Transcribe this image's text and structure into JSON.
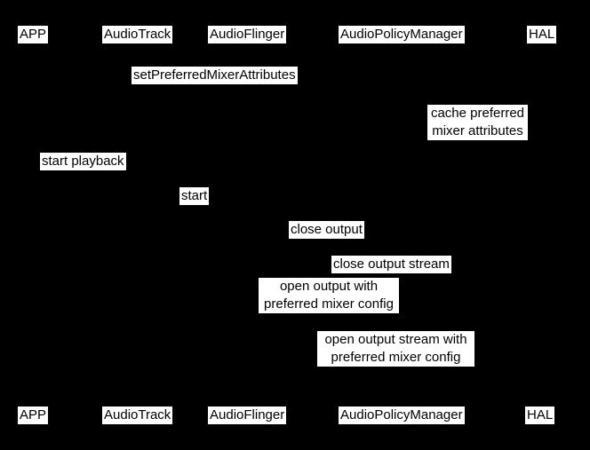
{
  "diagram": {
    "type": "sequence-diagram",
    "colors": {
      "background": "#000000",
      "label_background": "#ffffff",
      "label_text": "#000000"
    },
    "participants": [
      {
        "name": "APP"
      },
      {
        "name": "AudioTrack"
      },
      {
        "name": "AudioFlinger"
      },
      {
        "name": "AudioPolicyManager"
      },
      {
        "name": "HAL"
      }
    ],
    "messages": [
      {
        "label": "setPreferredMixerAttributes"
      },
      {
        "label": "cache preferred\nmixer attributes"
      },
      {
        "label": "start playback"
      },
      {
        "label": "start"
      },
      {
        "label": "close output"
      },
      {
        "label": "close output stream"
      },
      {
        "label": "open output with\npreferred mixer config"
      },
      {
        "label": "open output stream with\npreferred mixer config"
      }
    ]
  }
}
